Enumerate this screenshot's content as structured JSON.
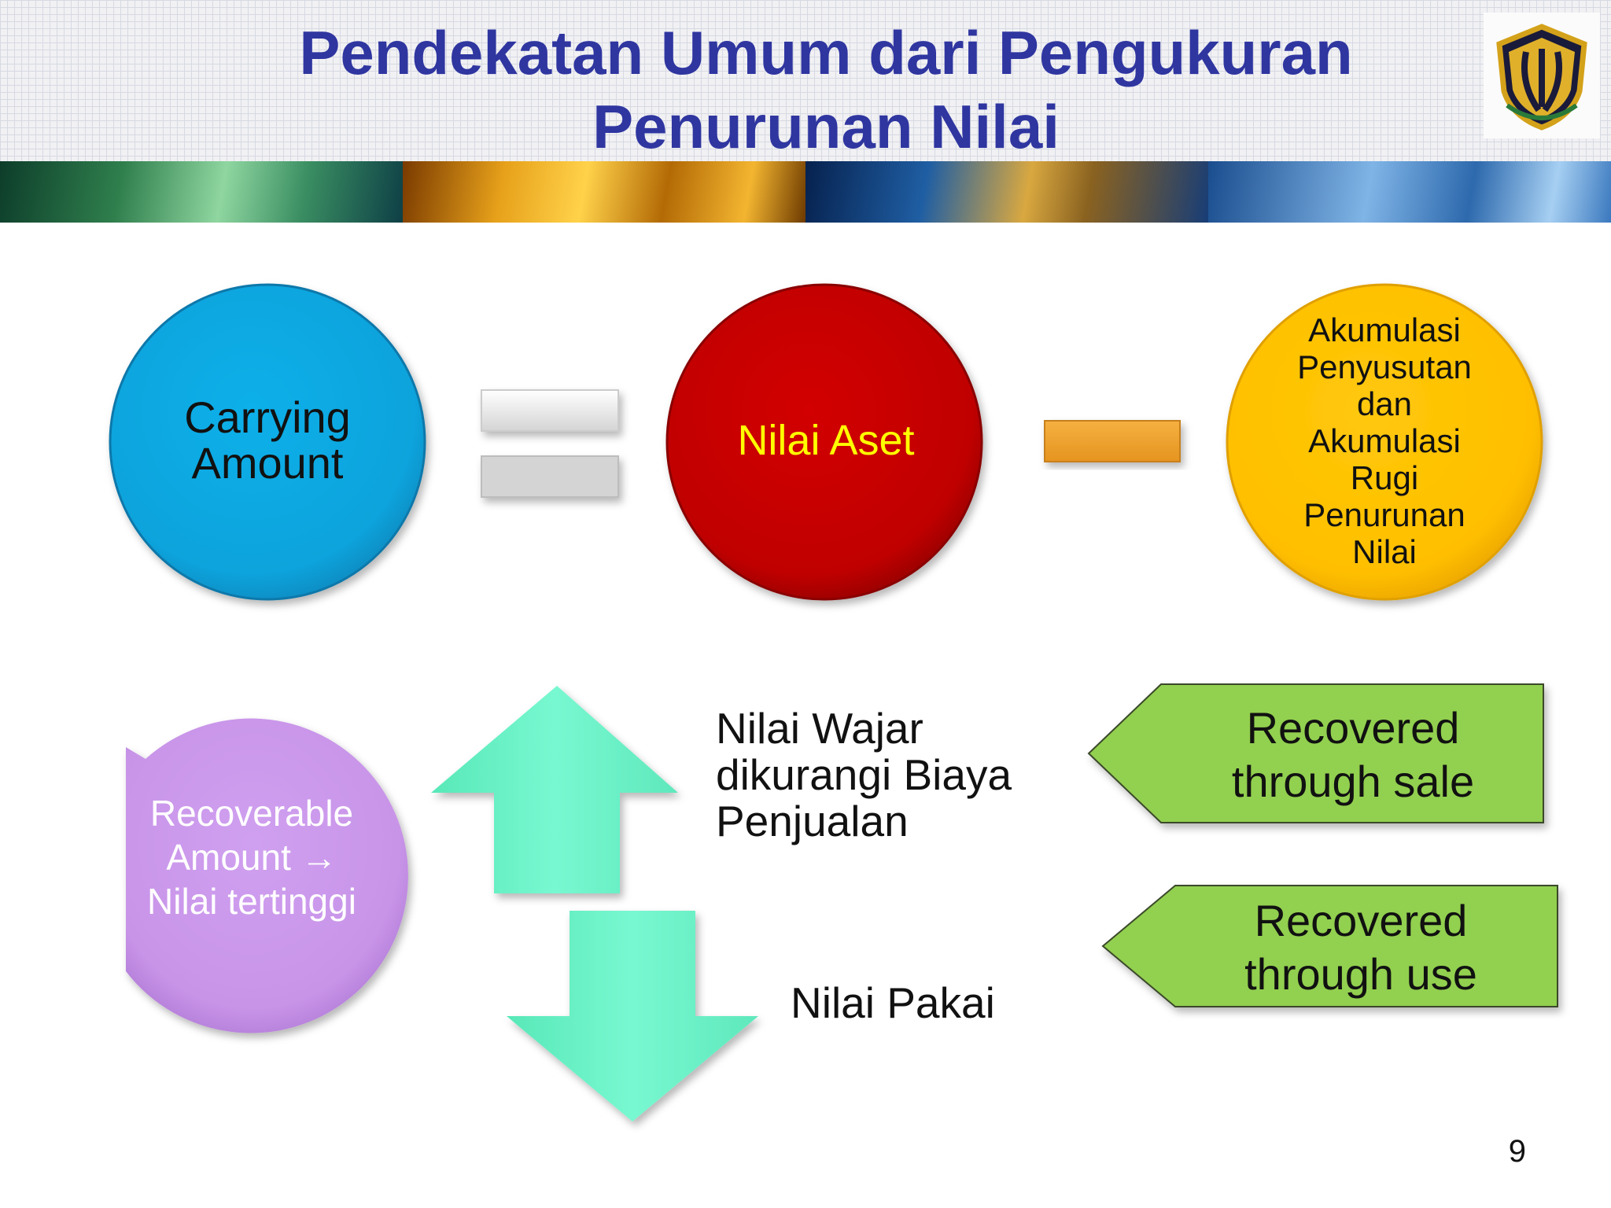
{
  "title": {
    "line1": "Pendekatan Umum dari Pengukuran",
    "line2": "Penurunan Nilai"
  },
  "colors": {
    "title": "#2f36a0",
    "carrying_circle": "#11a8e0",
    "nilai_aset_circle": "#c00000",
    "akumulasi_circle": "#ffc000",
    "recoverable_circle": "#c894e8",
    "arrows": "#6ff5c9",
    "recovered_boxes": "#92d050",
    "minus_bar": "#f0a030"
  },
  "equation": {
    "carrying_amount": "Carrying\nAmount",
    "nilai_aset": "Nilai Aset",
    "akumulasi": "Akumulasi\nPenyusutan\ndan\nAkumulasi\nRugi\nPenurunan\nNilai",
    "operator_equals": "equals-sign-icon",
    "operator_minus": "minus-sign-icon"
  },
  "recoverable": {
    "label": "Recoverable\nAmount →\nNilai tertinggi",
    "nilai_wajar": "Nilai Wajar\ndikurangi Biaya\nPenjualan",
    "nilai_pakai": "Nilai Pakai",
    "recovered_sale": "Recovered\nthrough sale",
    "recovered_use": "Recovered\nthrough use",
    "arrow_up": "arrow-up-icon",
    "arrow_down": "arrow-down-icon"
  },
  "page_number": "9"
}
